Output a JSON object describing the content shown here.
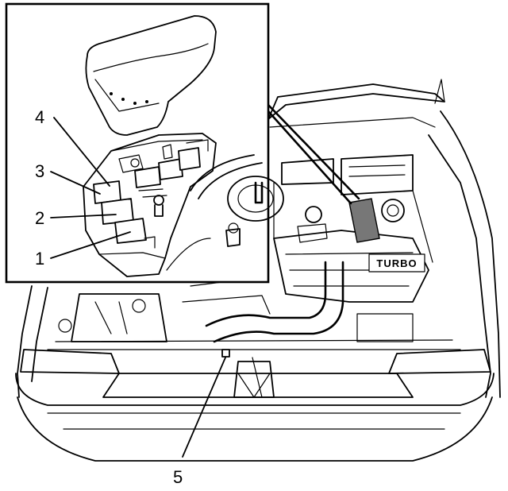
{
  "figure": {
    "callouts": [
      {
        "id": "4",
        "label": "4"
      },
      {
        "id": "3",
        "label": "3"
      },
      {
        "id": "2",
        "label": "2"
      },
      {
        "id": "1",
        "label": "1"
      },
      {
        "id": "5",
        "label": "5"
      }
    ],
    "engine_badge_text": "TURBO",
    "ink_color": "#000000",
    "paper_color": "#ffffff"
  }
}
